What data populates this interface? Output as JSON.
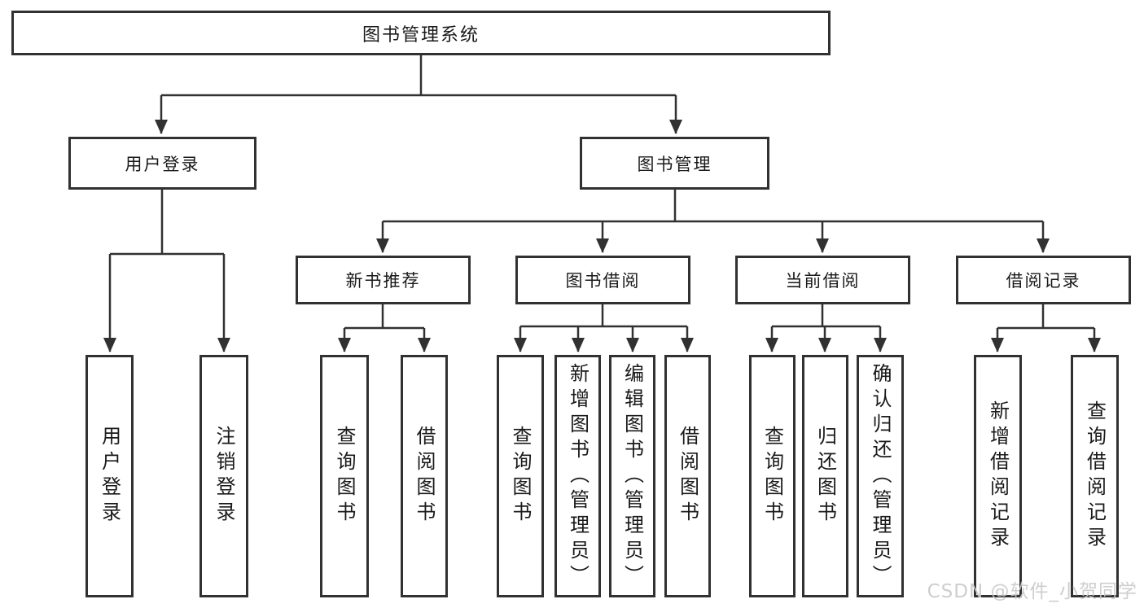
{
  "colors": {
    "line": "#313131",
    "text": "#1a1a1a",
    "watermark": "#c9c9c9",
    "background": "#ffffff"
  },
  "tree": {
    "label": "图书管理系统",
    "children": [
      {
        "label": "用户登录",
        "children": [
          {
            "label": "用户登录"
          },
          {
            "label": "注销登录"
          }
        ]
      },
      {
        "label": "图书管理",
        "children": [
          {
            "label": "新书推荐",
            "children": [
              {
                "label": "查询图书"
              },
              {
                "label": "借阅图书"
              }
            ]
          },
          {
            "label": "图书借阅",
            "children": [
              {
                "label": "查询图书"
              },
              {
                "label": "新增图书（管理员）"
              },
              {
                "label": "编辑图书（管理员）"
              },
              {
                "label": "借阅图书"
              }
            ]
          },
          {
            "label": "当前借阅",
            "children": [
              {
                "label": "查询图书"
              },
              {
                "label": "归还图书"
              },
              {
                "label": "确认归还（管理员）"
              }
            ]
          },
          {
            "label": "借阅记录",
            "children": [
              {
                "label": "新增借阅记录"
              },
              {
                "label": "查询借阅记录"
              }
            ]
          }
        ]
      }
    ]
  },
  "watermark": {
    "text": "CSDN @软件_小贺同学"
  }
}
